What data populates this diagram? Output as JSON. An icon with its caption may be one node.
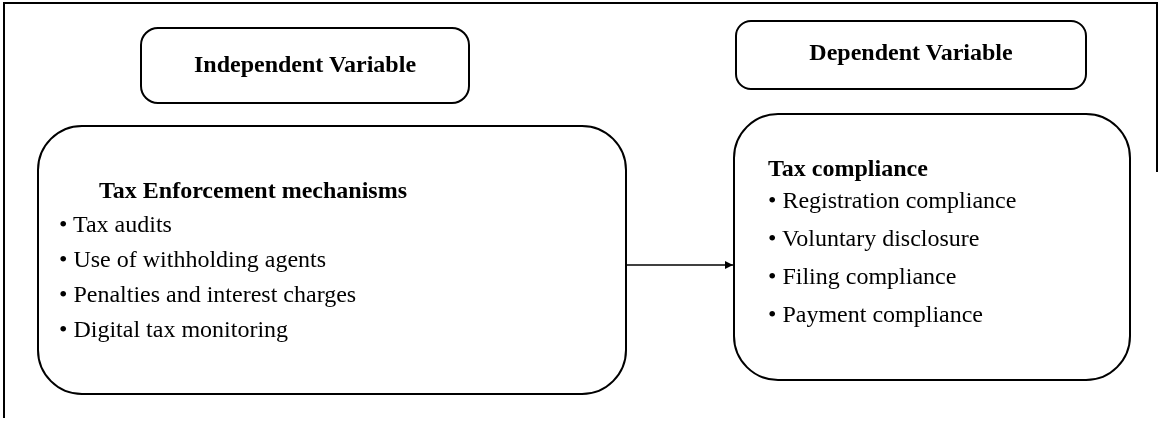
{
  "diagram": {
    "nodes": [
      {
        "text": [
          "Independent Variable"
        ]
      },
      {
        "text": [
          "Tax Enforcement mechanisms",
          "• Tax audits",
          "• Use of withholding agents",
          "• Penalties and interest charges",
          "• Digital tax monitoring"
        ]
      },
      {
        "text": [
          "Dependent Variable"
        ]
      },
      {
        "text": [
          "Tax compliance",
          "• Registration compliance",
          "• Voluntary disclosure",
          "• Filing compliance",
          "• Payment compliance"
        ]
      }
    ],
    "edges": [
      {
        "from": 1,
        "to": 3,
        "arrow": "to"
      }
    ]
  }
}
